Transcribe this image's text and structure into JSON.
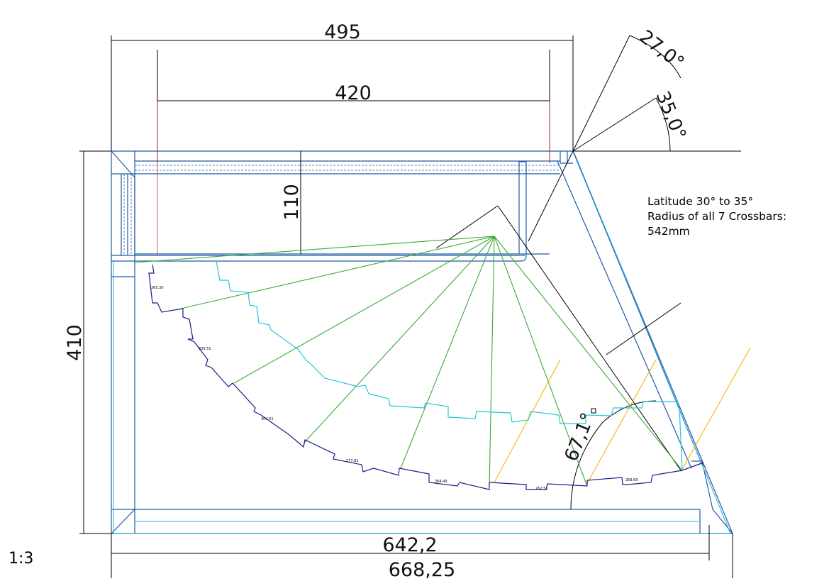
{
  "dimensions": {
    "top_outer": "495",
    "top_inner": "420",
    "landing_depth": "110",
    "left_height": "410",
    "bottom_inner": "642,2",
    "bottom_outer": "668,25",
    "angle_upper": "27,0°",
    "angle_lower": "35,0°",
    "angle_arc": "67,1°"
  },
  "note": {
    "line1": "Latitude 30° to 35°",
    "line2": "Radius of all 7 Crossbars:",
    "line3": "542mm"
  },
  "scale": "1:3",
  "segment_labels": [
    "365.30",
    "330.51",
    "304.51",
    "277.81",
    "264.49",
    "262.51",
    "269.83"
  ],
  "colors": {
    "frame": "#1f5aa6",
    "frame_light": "#29a8e0",
    "green": "#3aaa35",
    "cyan": "#26c4dc",
    "navy": "#1a1a8c",
    "orange": "#f2b800",
    "red": "#c0392b"
  }
}
